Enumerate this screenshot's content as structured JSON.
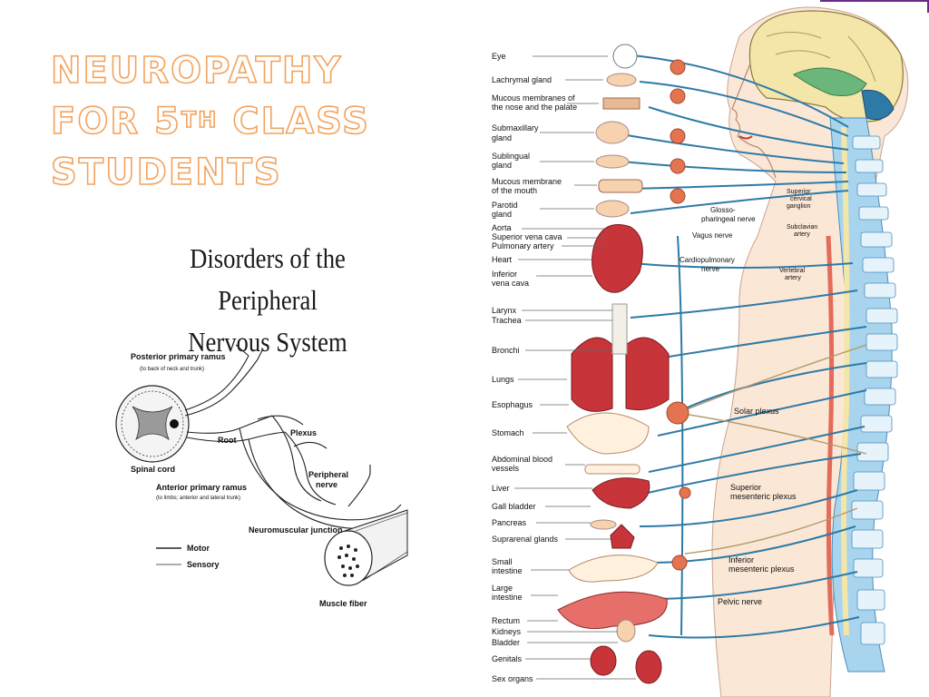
{
  "slide": {
    "title_line1": "NEUROPATHY",
    "title_line2_pre": "FOR 5",
    "title_line2_sup": "TH",
    "title_line2_post": " CLASS",
    "title_line3": "STUDENTS"
  },
  "left_figure": {
    "heading_line1": "Disorders of  the Peripheral",
    "heading_line2": "Nervous System",
    "labels": {
      "posterior_ramus": "Posterior primary ramus",
      "posterior_ramus_sub": "(to back of neck and trunk)",
      "root": "Root",
      "plexus": "Plexus",
      "spinal_cord": "Spinal cord",
      "anterior_ramus": "Anterior primary ramus",
      "anterior_ramus_sub": "(to limbs; anterior and lateral trunk)",
      "peripheral_nerve_1": "Peripheral",
      "peripheral_nerve_2": "nerve",
      "neuromuscular_junction": "Neuromuscular junction",
      "motor": "Motor",
      "sensory": "Sensory",
      "muscle_fiber": "Muscle fiber"
    }
  },
  "right_figure": {
    "organs": [
      "Eye",
      "Lachrymal gland",
      "Mucous membranes of",
      "the nose and the palate",
      "Submaxillary",
      "gland",
      "Sublingual",
      "gland",
      "Mucous membrane",
      "of the mouth",
      "Parotid",
      "gland",
      "Aorta",
      "Superior vena cava",
      "Pulmonary artery",
      "Heart",
      "Inferior",
      "vena cava",
      "Larynx",
      "Trachea",
      "Bronchi",
      "Lungs",
      "Esophagus",
      "Stomach",
      "Abdominal blood",
      "vessels",
      "Liver",
      "Gall bladder",
      "Pancreas",
      "Suprarenal glands",
      "Small",
      "intestine",
      "Large",
      "intestine",
      "Rectum",
      "Kidneys",
      "Bladder",
      "Genitals",
      "Sex organs"
    ],
    "nerve_labels": {
      "glosso_1": "Glosso-",
      "glosso_2": "pharingeal nerve",
      "vagus": "Vagus nerve",
      "cardio_1": "Cardiopulmonary",
      "cardio_2": "nerve",
      "superior_cervical_1": "Superior",
      "superior_cervical_2": "cervical",
      "superior_cervical_3": "ganglion",
      "subclavian_1": "Subclavian",
      "subclavian_2": "artery",
      "vertebral_1": "Vertebral",
      "vertebral_2": "artery",
      "solar_plexus": "Solar plexus",
      "sup_mesenteric_1": "Superior",
      "sup_mesenteric_2": "mesenteric plexus",
      "inf_mesenteric_1": "Inferior",
      "inf_mesenteric_2": "mesenteric plexus",
      "pelvic": "Pelvic nerve"
    }
  },
  "colors": {
    "title_outline": "#f3a35d",
    "nerve_blue": "#2e7aa6",
    "ganglion": "#e4744f",
    "organ_red": "#c7353a",
    "spine_blue": "#a9d4ee",
    "brain_yellow": "#f3e6a8",
    "skin": "#fbe7d6"
  }
}
